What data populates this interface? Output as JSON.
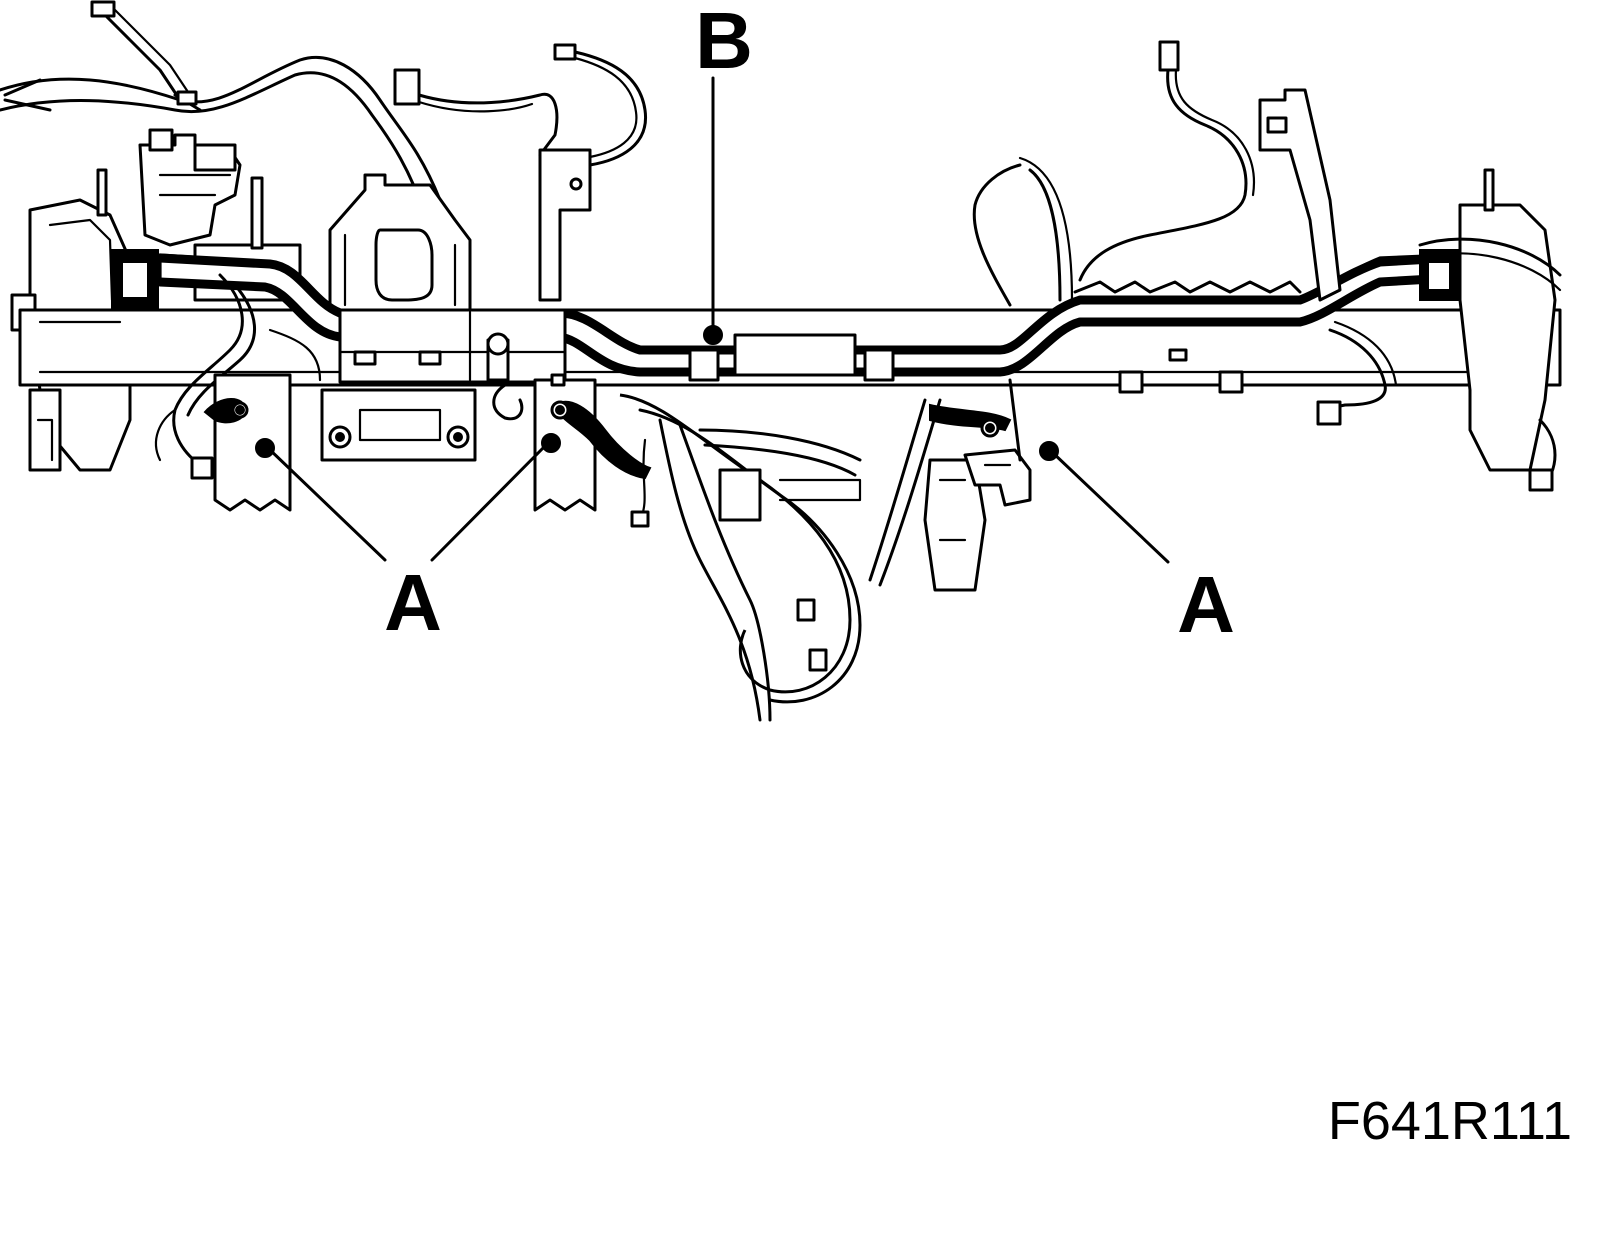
{
  "callouts": {
    "a_left": "A",
    "a_middle": "A",
    "a_right": "A",
    "b": "B"
  },
  "figure_id": "F641R111",
  "colors": {
    "ink": "#000000",
    "background": "#ffffff"
  }
}
